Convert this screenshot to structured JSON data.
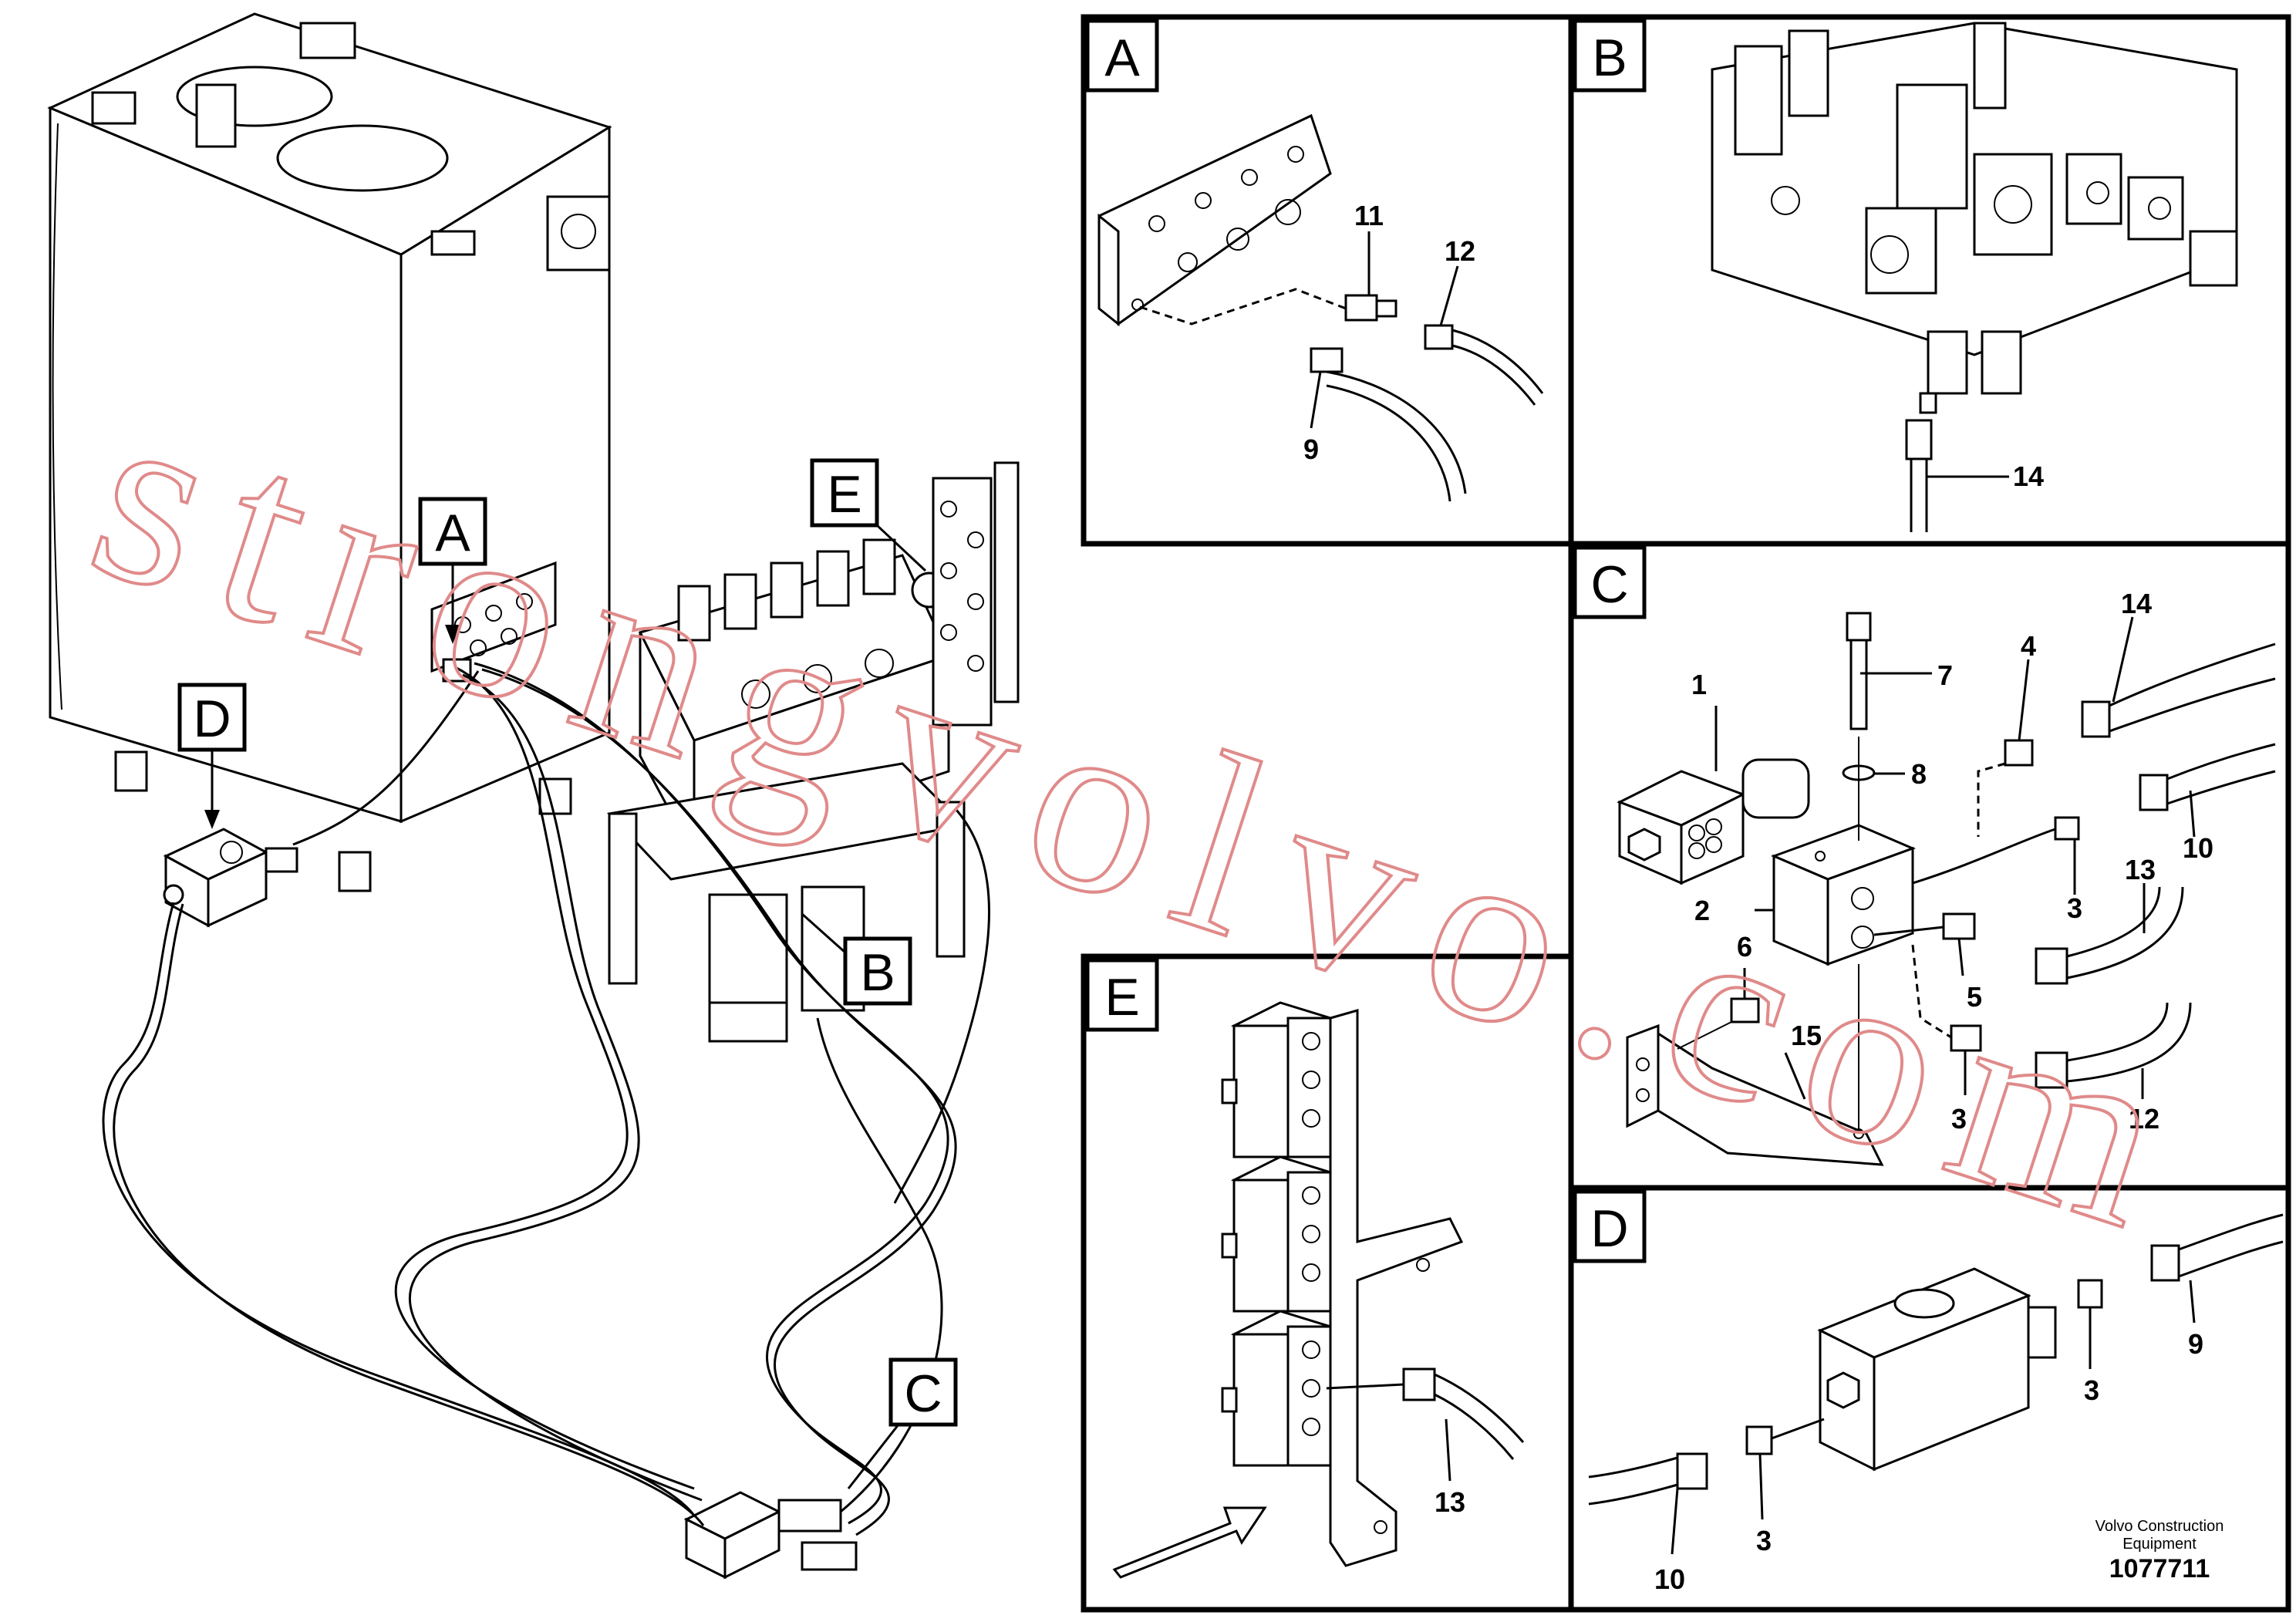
{
  "panels": {
    "A": {
      "label": "A",
      "callouts": [
        "11",
        "12",
        "9"
      ]
    },
    "B": {
      "label": "B",
      "callouts": [
        "14"
      ]
    },
    "C": {
      "label": "C",
      "callouts": [
        "14",
        "4",
        "7",
        "1",
        "8",
        "10",
        "13",
        "2",
        "3",
        "6",
        "5",
        "15",
        "3",
        "12"
      ]
    },
    "D": {
      "label": "D",
      "callouts": [
        "9",
        "3",
        "10",
        "3"
      ]
    },
    "E": {
      "label": "E",
      "callouts": [
        "13"
      ]
    }
  },
  "overview": {
    "markers": {
      "A": "A",
      "D": "D",
      "E": "E",
      "B": "B",
      "C": "C"
    }
  },
  "footer": {
    "company_line1": "Volvo Construction",
    "company_line2": "Equipment",
    "drawing_number": "1077711"
  },
  "watermark": {
    "text": "strongvolvo.com"
  }
}
